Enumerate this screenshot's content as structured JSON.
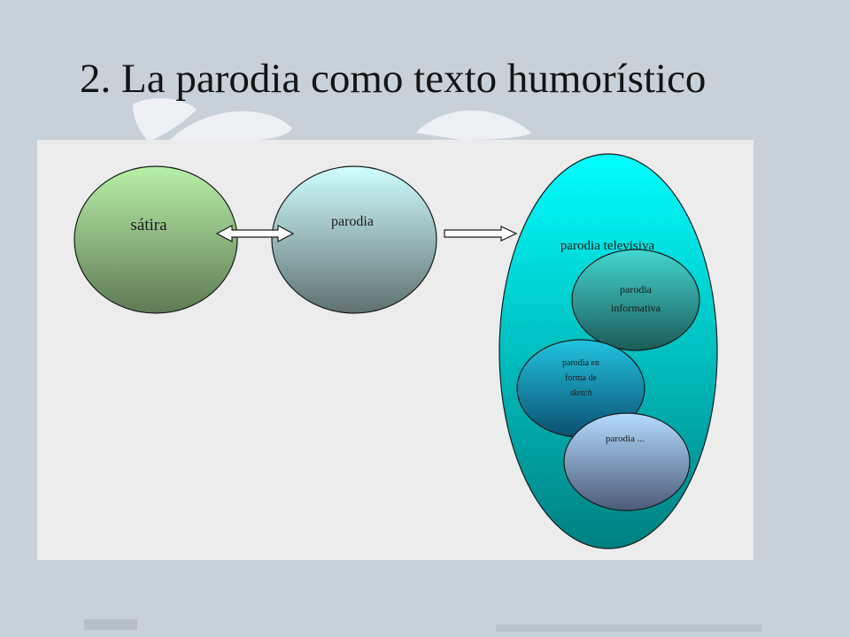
{
  "slide": {
    "title": "2. La parodia como texto humorístico"
  },
  "diagram": {
    "nodes": {
      "satira": {
        "label": "sátira",
        "fill_top": "#b8f0a8",
        "fill_bottom": "#5f7a55"
      },
      "parodia": {
        "label": "parodia",
        "fill_top": "#d0ffff",
        "fill_bottom": "#5f7070"
      },
      "televisiva": {
        "label": "parodia televisiva",
        "fill_top": "#00ffff",
        "fill_bottom": "#008080"
      },
      "informativa": {
        "label_line1": "parodia",
        "label_line2": "informativa",
        "fill_top": "#44d6d0",
        "fill_bottom": "#1b5a5a"
      },
      "sketch": {
        "label_line1": "parodia en",
        "label_line2": "forma de",
        "label_line3": "sketch",
        "fill_top": "#22c4e0",
        "fill_bottom": "#0b4f70"
      },
      "otras": {
        "label": "parodia ...",
        "fill_top": "#b4dcff",
        "fill_bottom": "#4c5a78"
      }
    },
    "edges": [
      {
        "from": "satira",
        "to": "parodia",
        "type": "bidirectional"
      },
      {
        "from": "parodia",
        "to": "televisiva",
        "type": "directed"
      }
    ]
  },
  "colors": {
    "background": "#c9d1d8",
    "panel": "#ececec",
    "title_text": "#141414"
  }
}
